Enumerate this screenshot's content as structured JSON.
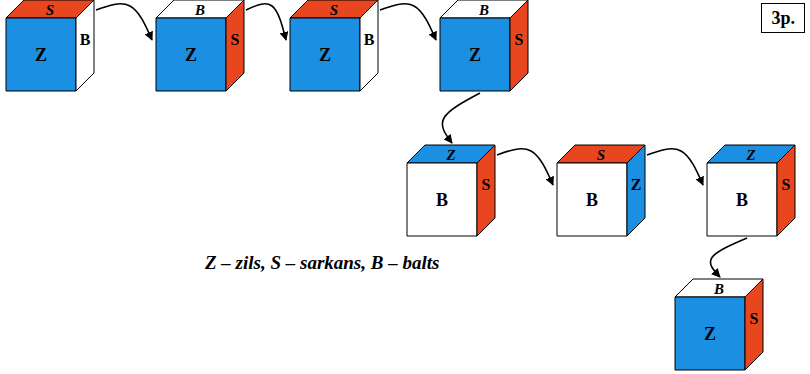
{
  "diagram": {
    "nodes": [
      {
        "text": [
          "S",
          "Z",
          "B"
        ]
      },
      {
        "text": [
          "B",
          "Z",
          "S"
        ]
      },
      {
        "text": [
          "S",
          "Z",
          "B"
        ]
      },
      {
        "text": [
          "B",
          "Z",
          "S"
        ]
      },
      {
        "text": [
          "Z",
          "B",
          "S"
        ]
      },
      {
        "text": [
          "S",
          "B",
          "Z"
        ]
      },
      {
        "text": [
          "Z",
          "B",
          "S"
        ]
      },
      {
        "text": [
          "B",
          "Z",
          "S"
        ]
      },
      {
        "text": [
          "3p."
        ]
      }
    ],
    "edges": [
      {
        "from": 0,
        "to": 1,
        "arrow": "to"
      },
      {
        "from": 1,
        "to": 2,
        "arrow": "to"
      },
      {
        "from": 2,
        "to": 3,
        "arrow": "to"
      },
      {
        "from": 3,
        "to": 4,
        "arrow": "to"
      },
      {
        "from": 4,
        "to": 5,
        "arrow": "to"
      },
      {
        "from": 5,
        "to": 6,
        "arrow": "to"
      },
      {
        "from": 6,
        "to": 7,
        "arrow": "to"
      }
    ],
    "labels": [
      "Z – zils, S – sarkans, B – balts"
    ]
  }
}
